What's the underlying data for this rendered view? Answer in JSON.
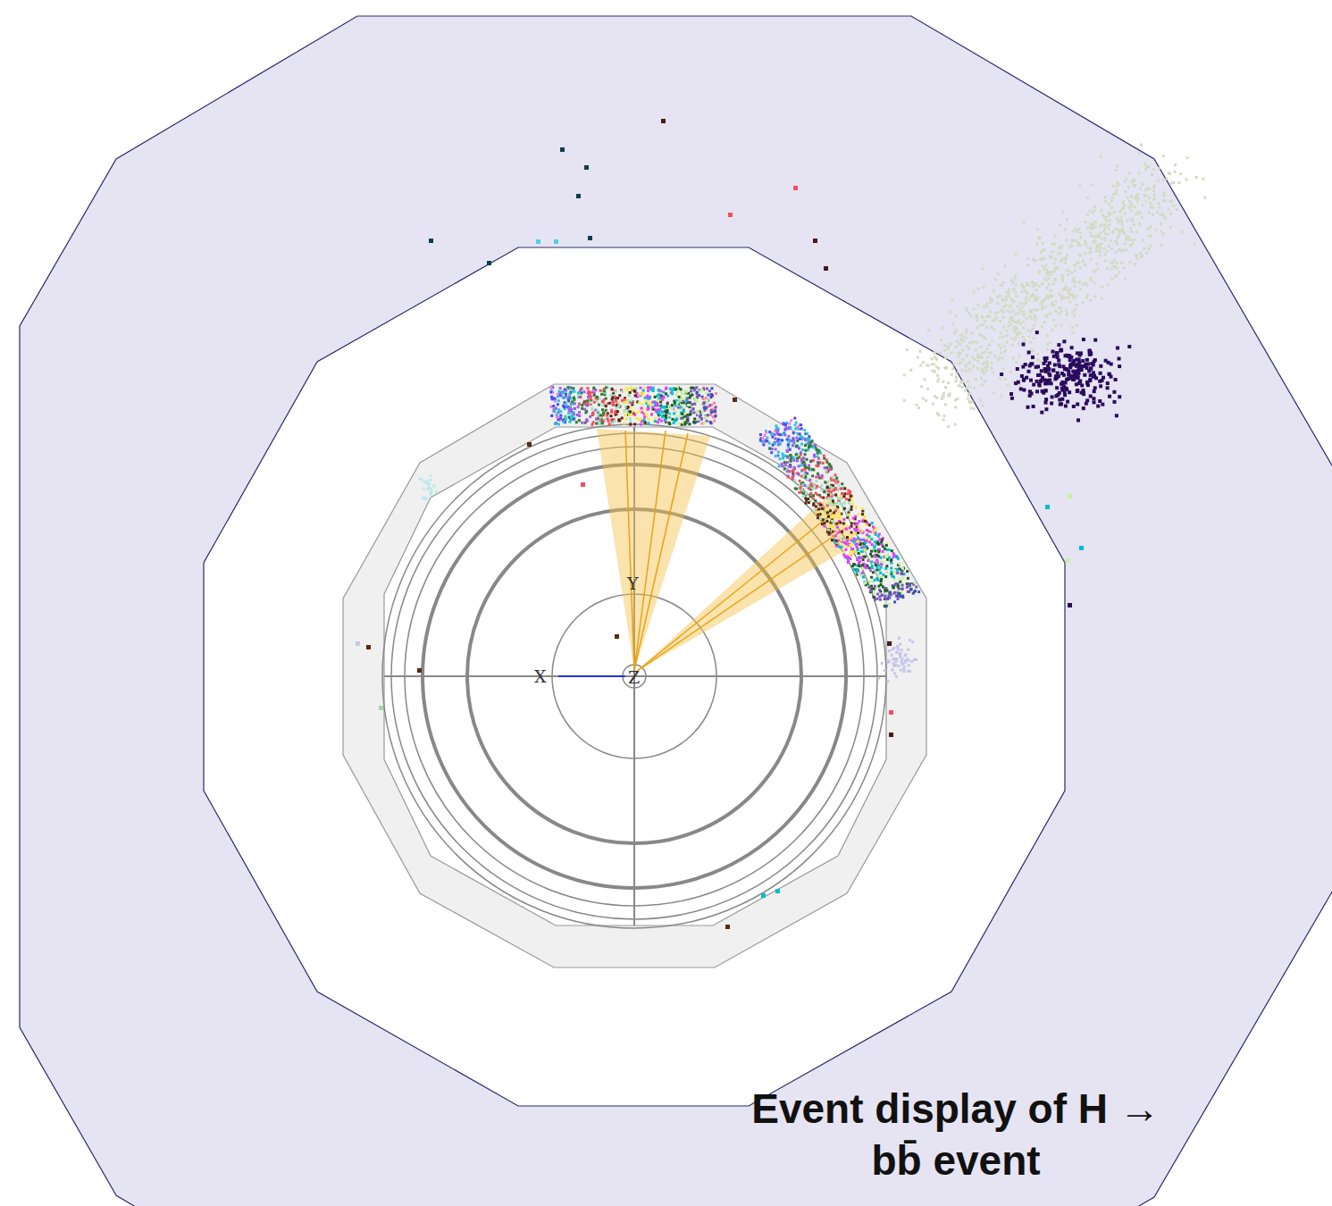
{
  "diagram": {
    "caption": "Event display of H → bb̄ event",
    "labels": [
      "Y",
      "X",
      "Z"
    ]
  }
}
